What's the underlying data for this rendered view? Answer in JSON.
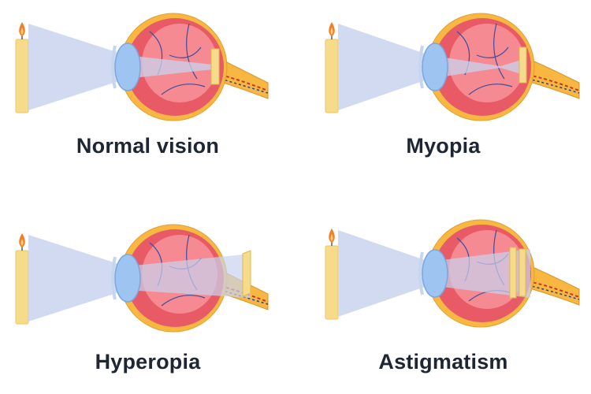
{
  "panels": [
    {
      "id": "normal",
      "label": "Normal vision",
      "condition": "focus-on-retina"
    },
    {
      "id": "myopia",
      "label": "Myopia",
      "condition": "focus-in-front-of-retina"
    },
    {
      "id": "hyperopia",
      "label": "Hyperopia",
      "condition": "focus-behind-retina"
    },
    {
      "id": "astigmatism",
      "label": "Astigmatism",
      "condition": "multiple-focal-points"
    }
  ],
  "colors": {
    "candle": "#f6dc8a",
    "flame": "#f07f2a",
    "light_cone": "#c9d3ee",
    "sclera": "#f7b740",
    "eyeball": "#e85b66",
    "eyeball_inner": "#f58a93",
    "lens": "#9ec5f2",
    "vessel": "#3d4f9c",
    "image_bar": "#f6dc8a",
    "nerve": "#f7b740",
    "text": "#1f2633"
  }
}
